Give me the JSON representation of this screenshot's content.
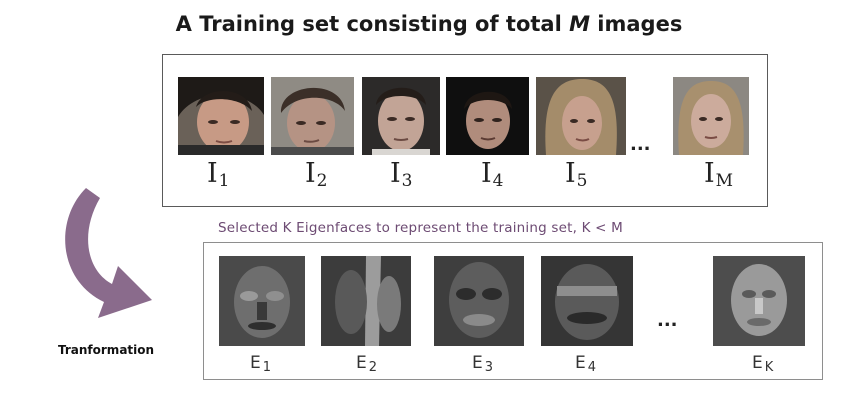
{
  "title": {
    "prefix": "A Training set consisting of total ",
    "italic": "M",
    "suffix": " images"
  },
  "training_images": [
    {
      "letter": "I",
      "sub": "1"
    },
    {
      "letter": "I",
      "sub": "2"
    },
    {
      "letter": "I",
      "sub": "3"
    },
    {
      "letter": "I",
      "sub": "4"
    },
    {
      "letter": "I",
      "sub": "5"
    },
    {
      "letter": "I",
      "sub": "M"
    }
  ],
  "top_ellipsis": "...",
  "caption": "Selected K Eigenfaces to represent the training set, K < M",
  "eigenfaces": [
    {
      "letter": "E",
      "sub": "1"
    },
    {
      "letter": "E",
      "sub": "2"
    },
    {
      "letter": "E",
      "sub": "3"
    },
    {
      "letter": "E",
      "sub": "4"
    },
    {
      "letter": "E",
      "sub": "K"
    }
  ],
  "bottom_ellipsis": "...",
  "transformation_label": "Tranformation",
  "colors": {
    "arrow": "#8a6b8c",
    "caption": "#6d4b73"
  }
}
